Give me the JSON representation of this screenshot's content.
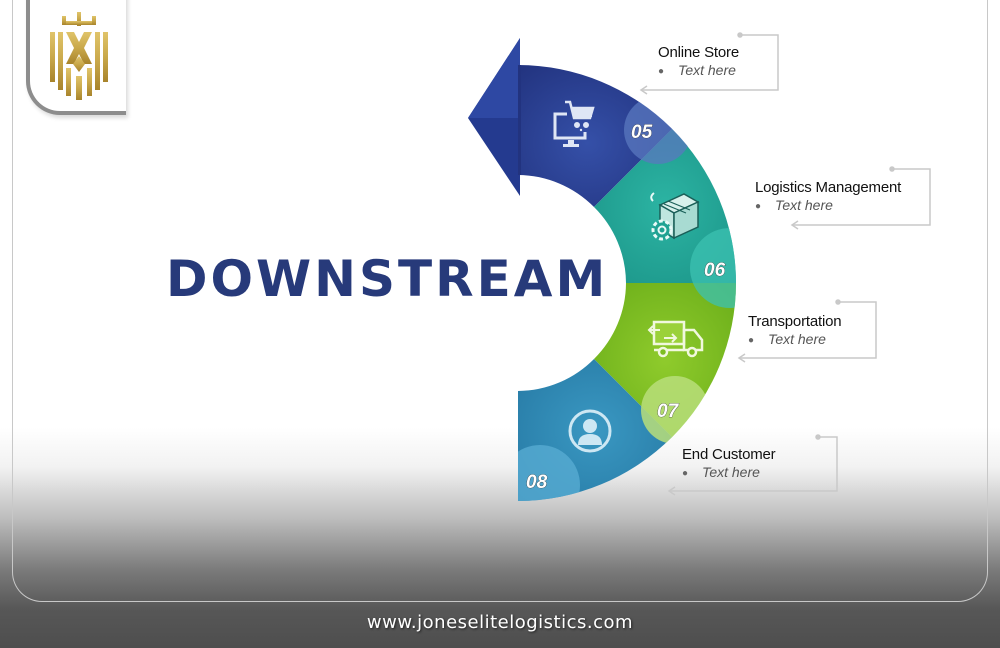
{
  "heading": "DOWNSTREAM",
  "brand": {
    "logo_icon": "crown-shield-logo-icon",
    "logo_color": "#c9a84a",
    "website": "www.joneselitelogistics.com"
  },
  "colors": {
    "heading": "#273a7a",
    "segment_05": "#2b3f93",
    "segment_06": "#23a596",
    "segment_07": "#7dbe22",
    "segment_08": "#2e8ab4",
    "background_bottom": "#4e4e4e"
  },
  "stages": [
    {
      "number": "05",
      "title": "Online Store",
      "bullet": "Text here",
      "icon": "computer-cart-icon"
    },
    {
      "number": "06",
      "title": "Logistics Management",
      "bullet": "Text here",
      "icon": "box-gear-icon"
    },
    {
      "number": "07",
      "title": "Transportation",
      "bullet": "Text here",
      "icon": "delivery-truck-icon"
    },
    {
      "number": "08",
      "title": "End Customer",
      "bullet": "Text here",
      "icon": "user-circle-icon"
    }
  ]
}
